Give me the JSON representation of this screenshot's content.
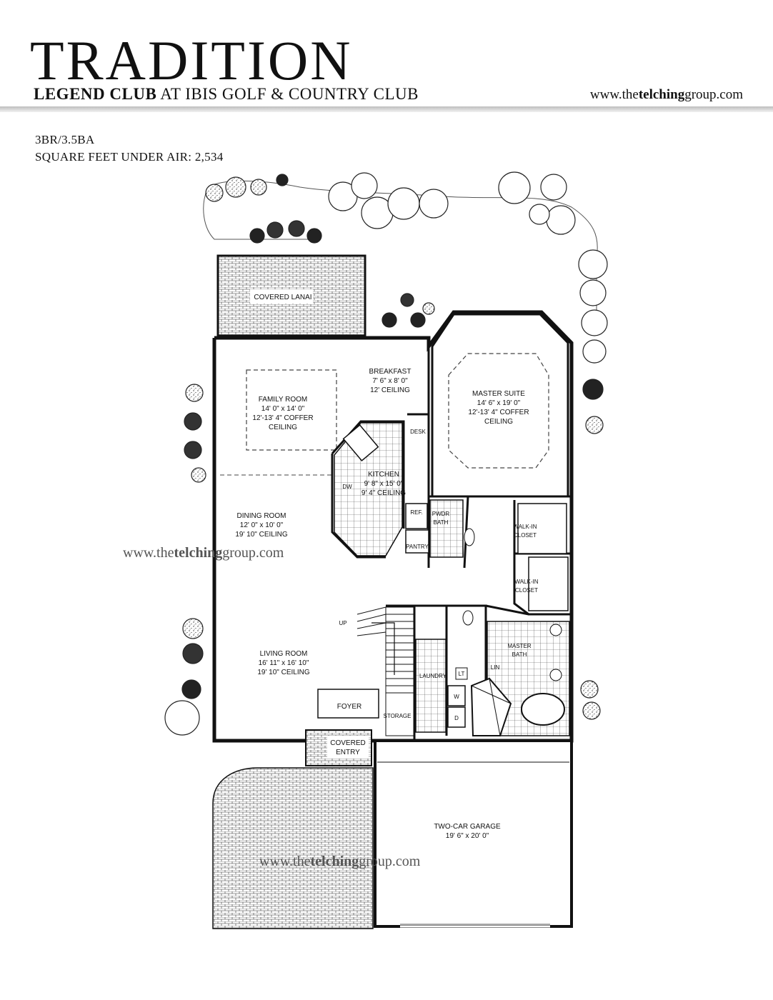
{
  "header": {
    "title": "TRADITION",
    "subtitle_bold": "LEGEND CLUB",
    "subtitle_rest": " AT IBIS GOLF & COUNTRY CLUB",
    "website_pre": "www.the",
    "website_bold": "telching",
    "website_post": "group.com"
  },
  "specs": {
    "beds_baths": "3BR/3.5BA",
    "sqft": "SQUARE FEET UNDER AIR: 2,534"
  },
  "watermark": {
    "pre": "www.the",
    "bold": "telching",
    "post": "group.com"
  },
  "rooms": {
    "lanai": "COVERED LANAI",
    "breakfast": {
      "name": "BREAKFAST",
      "dims": "7' 6\" x 8' 0\"",
      "ceiling": "12' CEILING"
    },
    "family": {
      "name": "FAMILY ROOM",
      "dims": "14' 0\" x 14' 0\"",
      "ceiling1": "12'-13' 4\" COFFER",
      "ceiling2": "CEILING"
    },
    "master_suite": {
      "name": "MASTER SUITE",
      "dims": "14' 6\" x 19' 0\"",
      "ceiling1": "12'-13' 4\" COFFER",
      "ceiling2": "CEILING"
    },
    "kitchen": {
      "name": "KITCHEN",
      "dims": "9' 8\" x 15' 0\"",
      "ceiling": "9' 4\" CEILING"
    },
    "desk": "DESK",
    "dw": "DW",
    "ref": "REF.",
    "pantry": "PANTRY",
    "pwdr1": "PWDR",
    "pwdr2": "BATH",
    "dining": {
      "name": "DINING ROOM",
      "dims": "12' 0\" x 10' 0\"",
      "ceiling": "19' 10\" CEILING"
    },
    "walkin1a": "WALK-IN",
    "walkin1b": "CLOSET",
    "walkin2a": "WALK-IN",
    "walkin2b": "CLOSET",
    "up": "UP",
    "master_bath1": "MASTER",
    "master_bath2": "BATH",
    "living": {
      "name": "LIVING ROOM",
      "dims": "16' 11\" x 16' 10\"",
      "ceiling": "19' 10\" CEILING"
    },
    "laundry": "LAUNDRY",
    "lt": "LT",
    "lin": "LIN",
    "w": "W",
    "d": "D",
    "foyer": "FOYER",
    "storage": "STORAGE",
    "entry1": "COVERED",
    "entry2": "ENTRY",
    "garage": {
      "name": "TWO-CAR GARAGE",
      "dims": "19' 6\" x 20' 0\""
    }
  }
}
